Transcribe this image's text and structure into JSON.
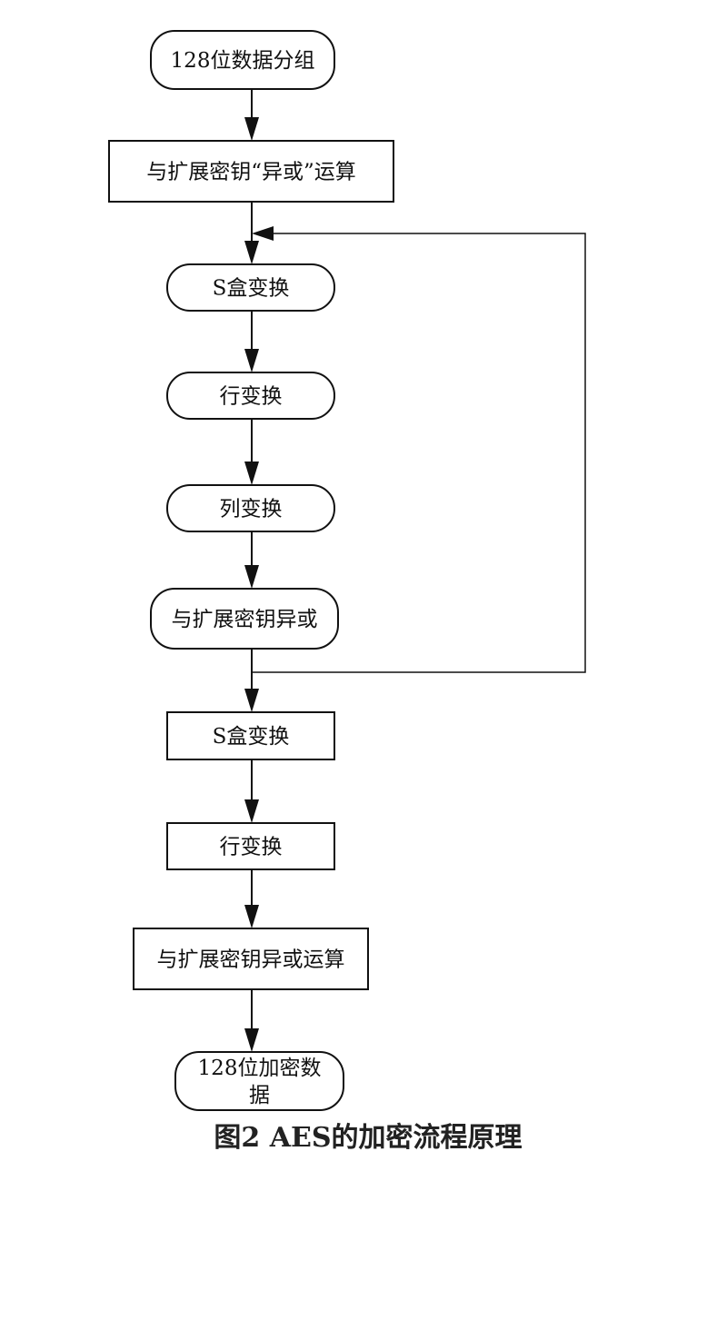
{
  "diagram": {
    "nodes": [
      {
        "id": "n1",
        "lines": [
          "128位数据分组"
        ],
        "shape": "rounded"
      },
      {
        "id": "n2",
        "lines": [
          "与扩展密钥“异或”运算"
        ],
        "shape": "rect"
      },
      {
        "id": "n3",
        "lines": [
          "S盒变换"
        ],
        "shape": "rounded"
      },
      {
        "id": "n4",
        "lines": [
          "行变换"
        ],
        "shape": "rounded"
      },
      {
        "id": "n5",
        "lines": [
          "列变换"
        ],
        "shape": "rounded"
      },
      {
        "id": "n6",
        "lines": [
          "与扩展密钥异或"
        ],
        "shape": "rounded"
      },
      {
        "id": "n7",
        "lines": [
          "S盒变换"
        ],
        "shape": "rect"
      },
      {
        "id": "n8",
        "lines": [
          "行变换"
        ],
        "shape": "rect"
      },
      {
        "id": "n9",
        "lines": [
          "与扩展密钥异或运算"
        ],
        "shape": "rect"
      },
      {
        "id": "n10",
        "lines": [
          "128位加密数",
          "据"
        ],
        "shape": "rounded"
      }
    ],
    "edges": [
      {
        "from": "n1",
        "to": "n2"
      },
      {
        "from": "n2",
        "to": "n3"
      },
      {
        "from": "n3",
        "to": "n4"
      },
      {
        "from": "n4",
        "to": "n5"
      },
      {
        "from": "n5",
        "to": "n6"
      },
      {
        "from": "n6",
        "to": "n7"
      },
      {
        "from": "n7",
        "to": "n8"
      },
      {
        "from": "n8",
        "to": "n9"
      },
      {
        "from": "n9",
        "to": "n10"
      },
      {
        "from": "n6",
        "to": "n3",
        "type": "loop"
      }
    ]
  },
  "caption": "图2   AES的加密流程原理"
}
